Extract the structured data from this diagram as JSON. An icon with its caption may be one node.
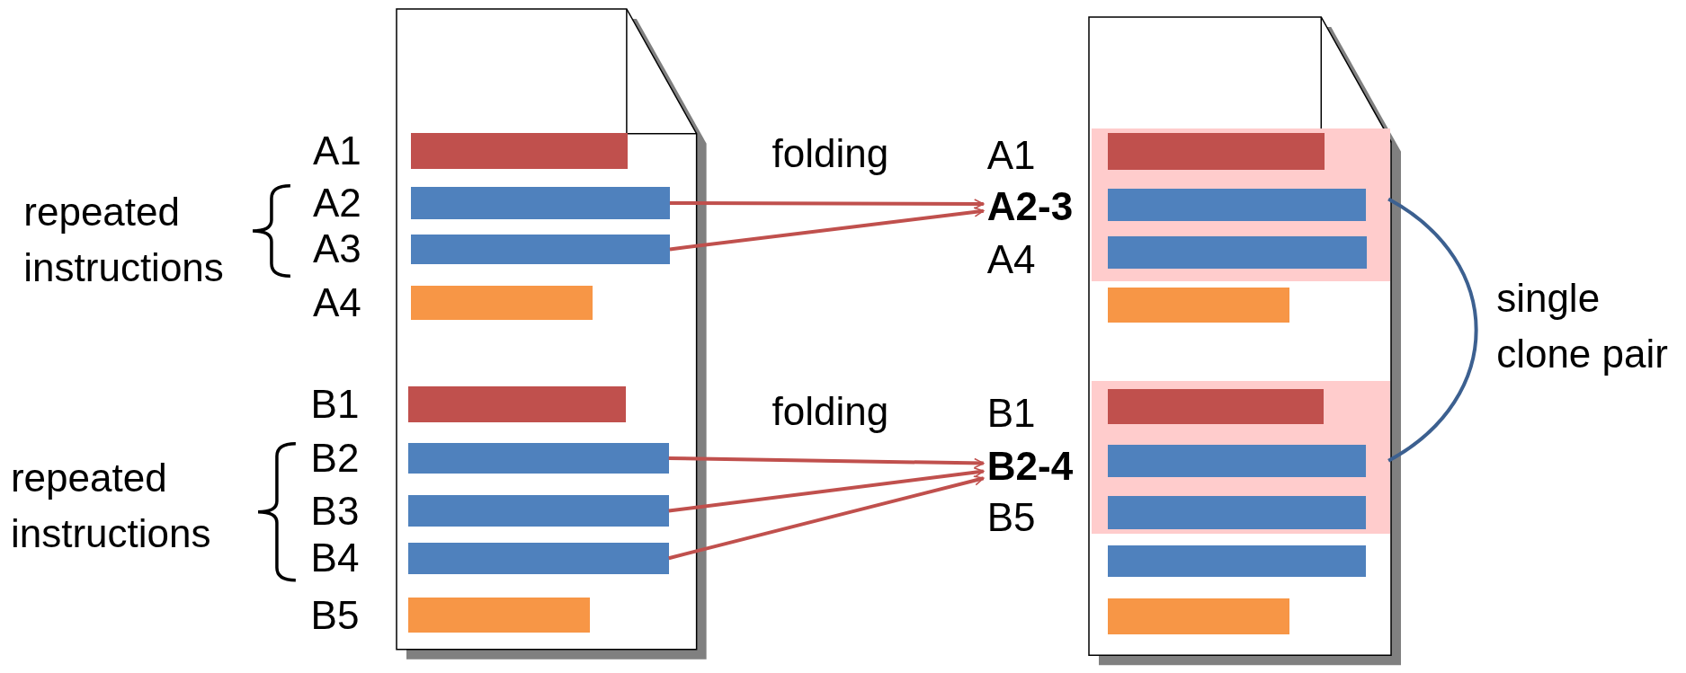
{
  "diagram": {
    "nodes": [
      {
        "text": [],
        "shape": "document"
      },
      {
        "text": [],
        "shape": "bar",
        "in": 0,
        "beside": [
          "A1"
        ]
      },
      {
        "text": [],
        "shape": "bar",
        "in": 0,
        "beside": [
          "A2"
        ]
      },
      {
        "text": [],
        "shape": "bar",
        "in": 0,
        "beside": [
          "A3"
        ]
      },
      {
        "text": [],
        "shape": "bar",
        "in": 0,
        "beside": [
          "A4"
        ]
      },
      {
        "text": [],
        "shape": "bar",
        "in": 0,
        "beside": [
          "B1"
        ]
      },
      {
        "text": [],
        "shape": "bar",
        "in": 0,
        "beside": [
          "B2"
        ]
      },
      {
        "text": [],
        "shape": "bar",
        "in": 0,
        "beside": [
          "B3"
        ]
      },
      {
        "text": [],
        "shape": "bar",
        "in": 0,
        "beside": [
          "B4"
        ]
      },
      {
        "text": [],
        "shape": "bar",
        "in": 0,
        "beside": [
          "B5"
        ]
      },
      {
        "text": [],
        "shape": "document"
      },
      {
        "text": [],
        "shape": "box",
        "in": 10
      },
      {
        "text": [],
        "shape": "bar",
        "in": 11
      },
      {
        "text": [],
        "shape": "bar",
        "in": 11
      },
      {
        "text": [],
        "shape": "bar",
        "in": 11
      },
      {
        "text": [],
        "shape": "bar",
        "in": 10
      },
      {
        "text": [],
        "shape": "box",
        "in": 10
      },
      {
        "text": [],
        "shape": "bar",
        "in": 16
      },
      {
        "text": [],
        "shape": "bar",
        "in": 16
      },
      {
        "text": [],
        "shape": "bar",
        "in": 16
      },
      {
        "text": [],
        "shape": "bar",
        "in": 10
      },
      {
        "text": [],
        "shape": "bar",
        "in": 10
      },
      {
        "text": [
          "A1"
        ]
      },
      {
        "text": [
          "A2-3"
        ]
      },
      {
        "text": [
          "A4"
        ]
      },
      {
        "text": [
          "B1"
        ]
      },
      {
        "text": [
          "B2-4"
        ]
      },
      {
        "text": [
          "B5"
        ]
      }
    ],
    "edges": [
      {
        "from": 2,
        "to": 23,
        "arrow": "to"
      },
      {
        "from": 3,
        "to": 23,
        "arrow": "to"
      },
      {
        "from": 6,
        "to": 26,
        "arrow": "to"
      },
      {
        "from": 7,
        "to": 26,
        "arrow": "to"
      },
      {
        "from": 8,
        "to": 26,
        "arrow": "to"
      },
      {
        "from": 11,
        "to": 16,
        "arrow": "none",
        "label": "single clone pair",
        "color": "#3c6090"
      }
    ],
    "labels": [
      "folding",
      "repeated instructions",
      "repeated instructions",
      "folding"
    ]
  }
}
